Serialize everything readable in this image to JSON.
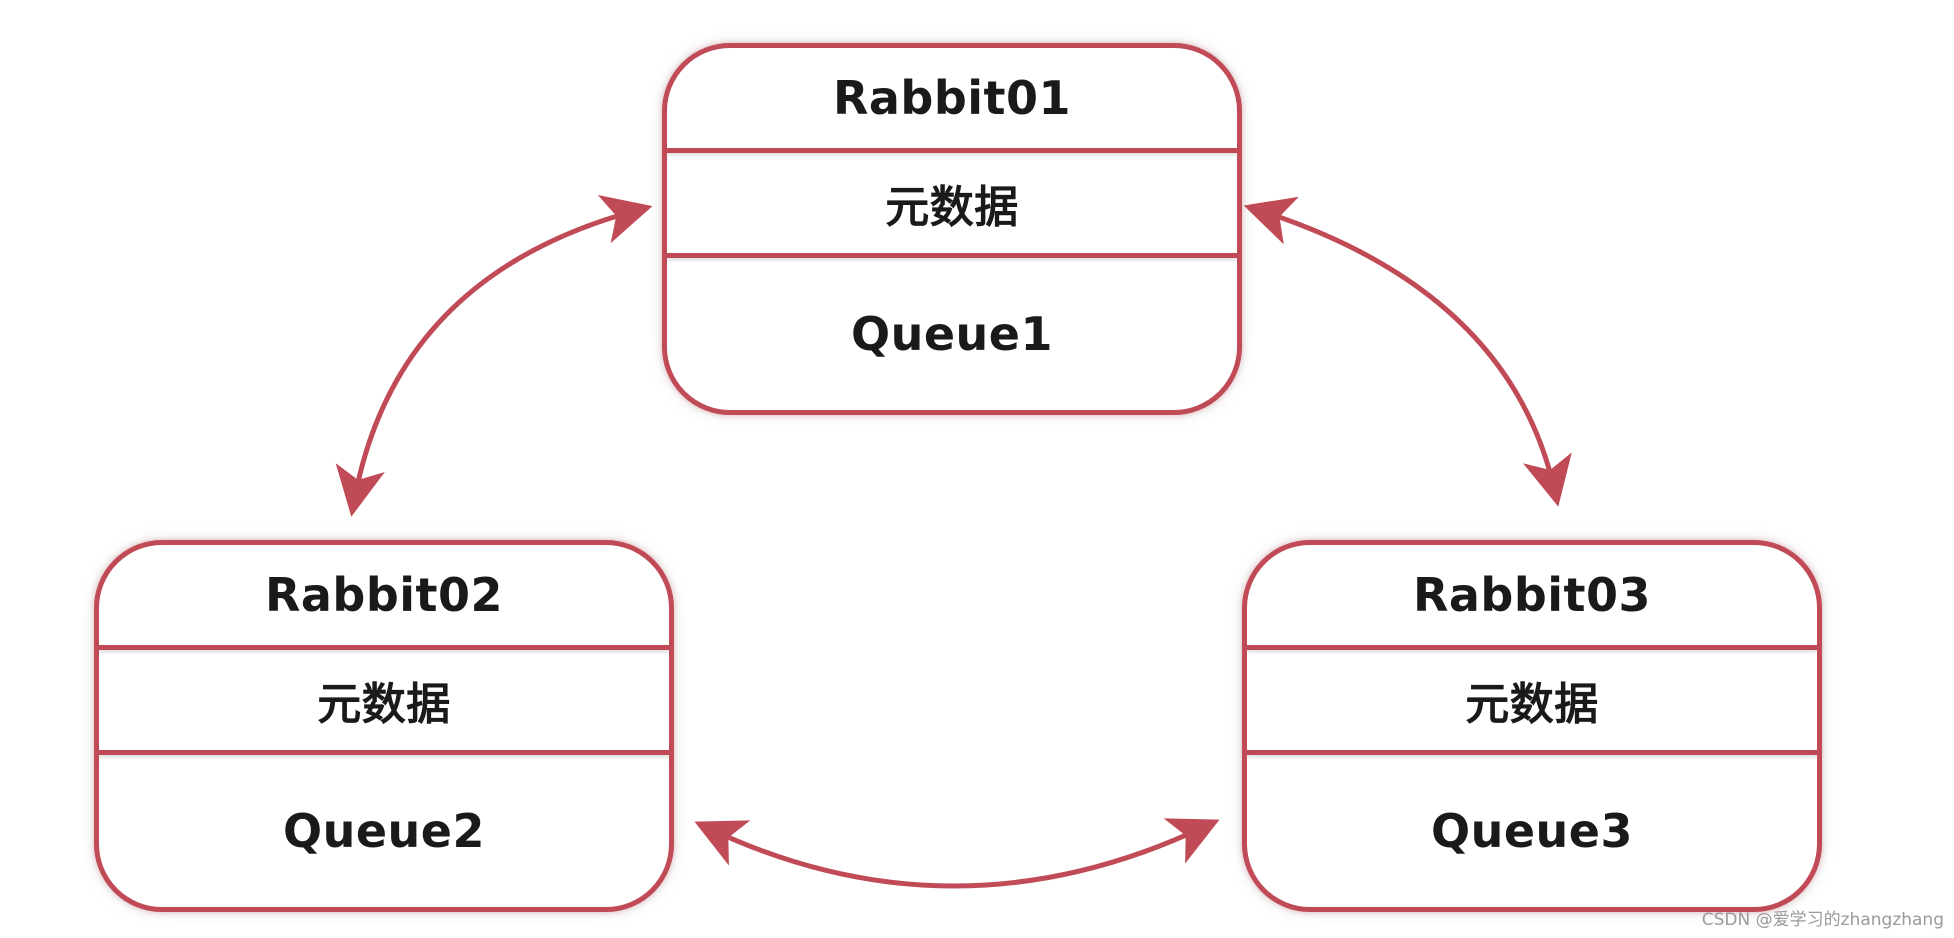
{
  "nodes": [
    {
      "name": "Rabbit01",
      "metadata": "元数据",
      "queue": "Queue1"
    },
    {
      "name": "Rabbit02",
      "metadata": "元数据",
      "queue": "Queue2"
    },
    {
      "name": "Rabbit03",
      "metadata": "元数据",
      "queue": "Queue3"
    }
  ],
  "colors": {
    "accent": "#c04a56",
    "text": "#1a1a1a",
    "background": "#ffffff"
  },
  "watermark": "CSDN @爱学习的zhangzhang"
}
